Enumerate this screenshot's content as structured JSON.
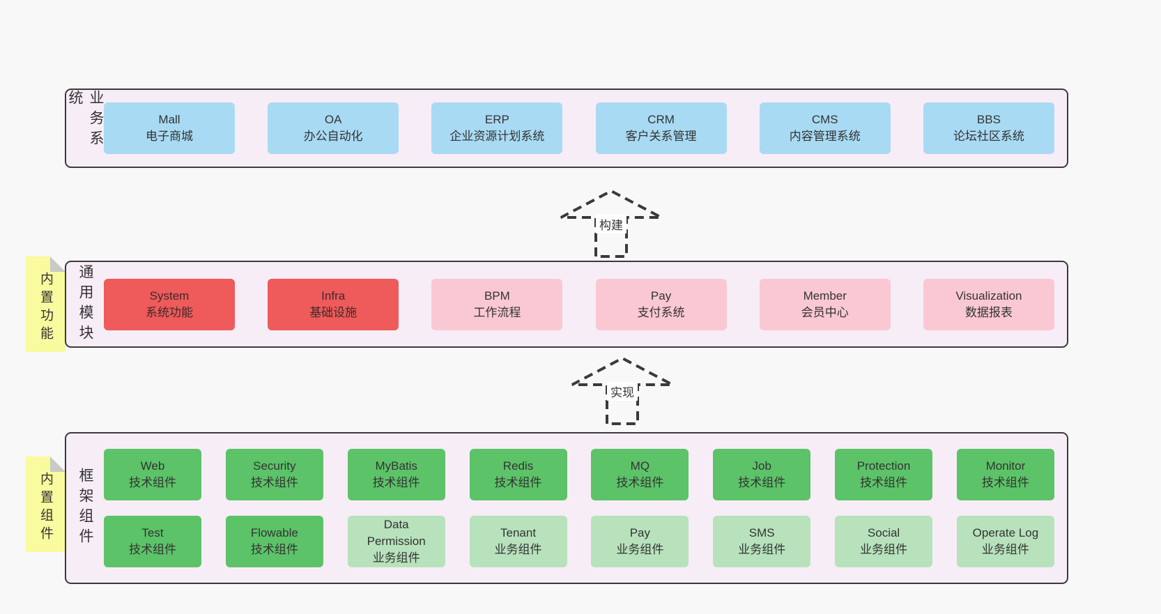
{
  "colors": {
    "background": "#f8f8f8",
    "container_fill": "#f7edf6",
    "container_border": "#3a3a3a",
    "blue_box": "#a9daf3",
    "red_box": "#ef5a5a",
    "pink_box": "#fac8d3",
    "green_box": "#5cc368",
    "light_green_box": "#b7e2bc",
    "sticky_note": "#fafa9e",
    "sticky_fold": "#c9c9c9"
  },
  "arrows": [
    {
      "label": "构建"
    },
    {
      "label": "实现"
    }
  ],
  "stickies": [
    {
      "label": "内置功能"
    },
    {
      "label": "内置组件"
    }
  ],
  "layers": [
    {
      "label": "业务系统",
      "boxes": [
        {
          "name": "Mall",
          "desc": "电子商城"
        },
        {
          "name": "OA",
          "desc": "办公自动化"
        },
        {
          "name": "ERP",
          "desc": "企业资源计划系统"
        },
        {
          "name": "CRM",
          "desc": "客户关系管理"
        },
        {
          "name": "CMS",
          "desc": "内容管理系统"
        },
        {
          "name": "BBS",
          "desc": "论坛社区系统"
        }
      ]
    },
    {
      "label": "通用模块",
      "boxes": [
        {
          "name": "System",
          "desc": "系统功能"
        },
        {
          "name": "Infra",
          "desc": "基础设施"
        },
        {
          "name": "BPM",
          "desc": "工作流程"
        },
        {
          "name": "Pay",
          "desc": "支付系统"
        },
        {
          "name": "Member",
          "desc": "会员中心"
        },
        {
          "name": "Visualization",
          "desc": "数据报表"
        }
      ]
    },
    {
      "label": "框架组件",
      "rows": [
        [
          {
            "name": "Web",
            "desc": "技术组件"
          },
          {
            "name": "Security",
            "desc": "技术组件"
          },
          {
            "name": "MyBatis",
            "desc": "技术组件"
          },
          {
            "name": "Redis",
            "desc": "技术组件"
          },
          {
            "name": "MQ",
            "desc": "技术组件"
          },
          {
            "name": "Job",
            "desc": "技术组件"
          },
          {
            "name": "Protection",
            "desc": "技术组件"
          },
          {
            "name": "Monitor",
            "desc": "技术组件"
          }
        ],
        [
          {
            "name": "Test",
            "desc": "技术组件"
          },
          {
            "name": "Flowable",
            "desc": "技术组件"
          },
          {
            "name": "Data Permission",
            "desc": "业务组件"
          },
          {
            "name": "Tenant",
            "desc": "业务组件"
          },
          {
            "name": "Pay",
            "desc": "业务组件"
          },
          {
            "name": "SMS",
            "desc": "业务组件"
          },
          {
            "name": "Social",
            "desc": "业务组件"
          },
          {
            "name": "Operate Log",
            "desc": "业务组件"
          }
        ]
      ]
    }
  ]
}
